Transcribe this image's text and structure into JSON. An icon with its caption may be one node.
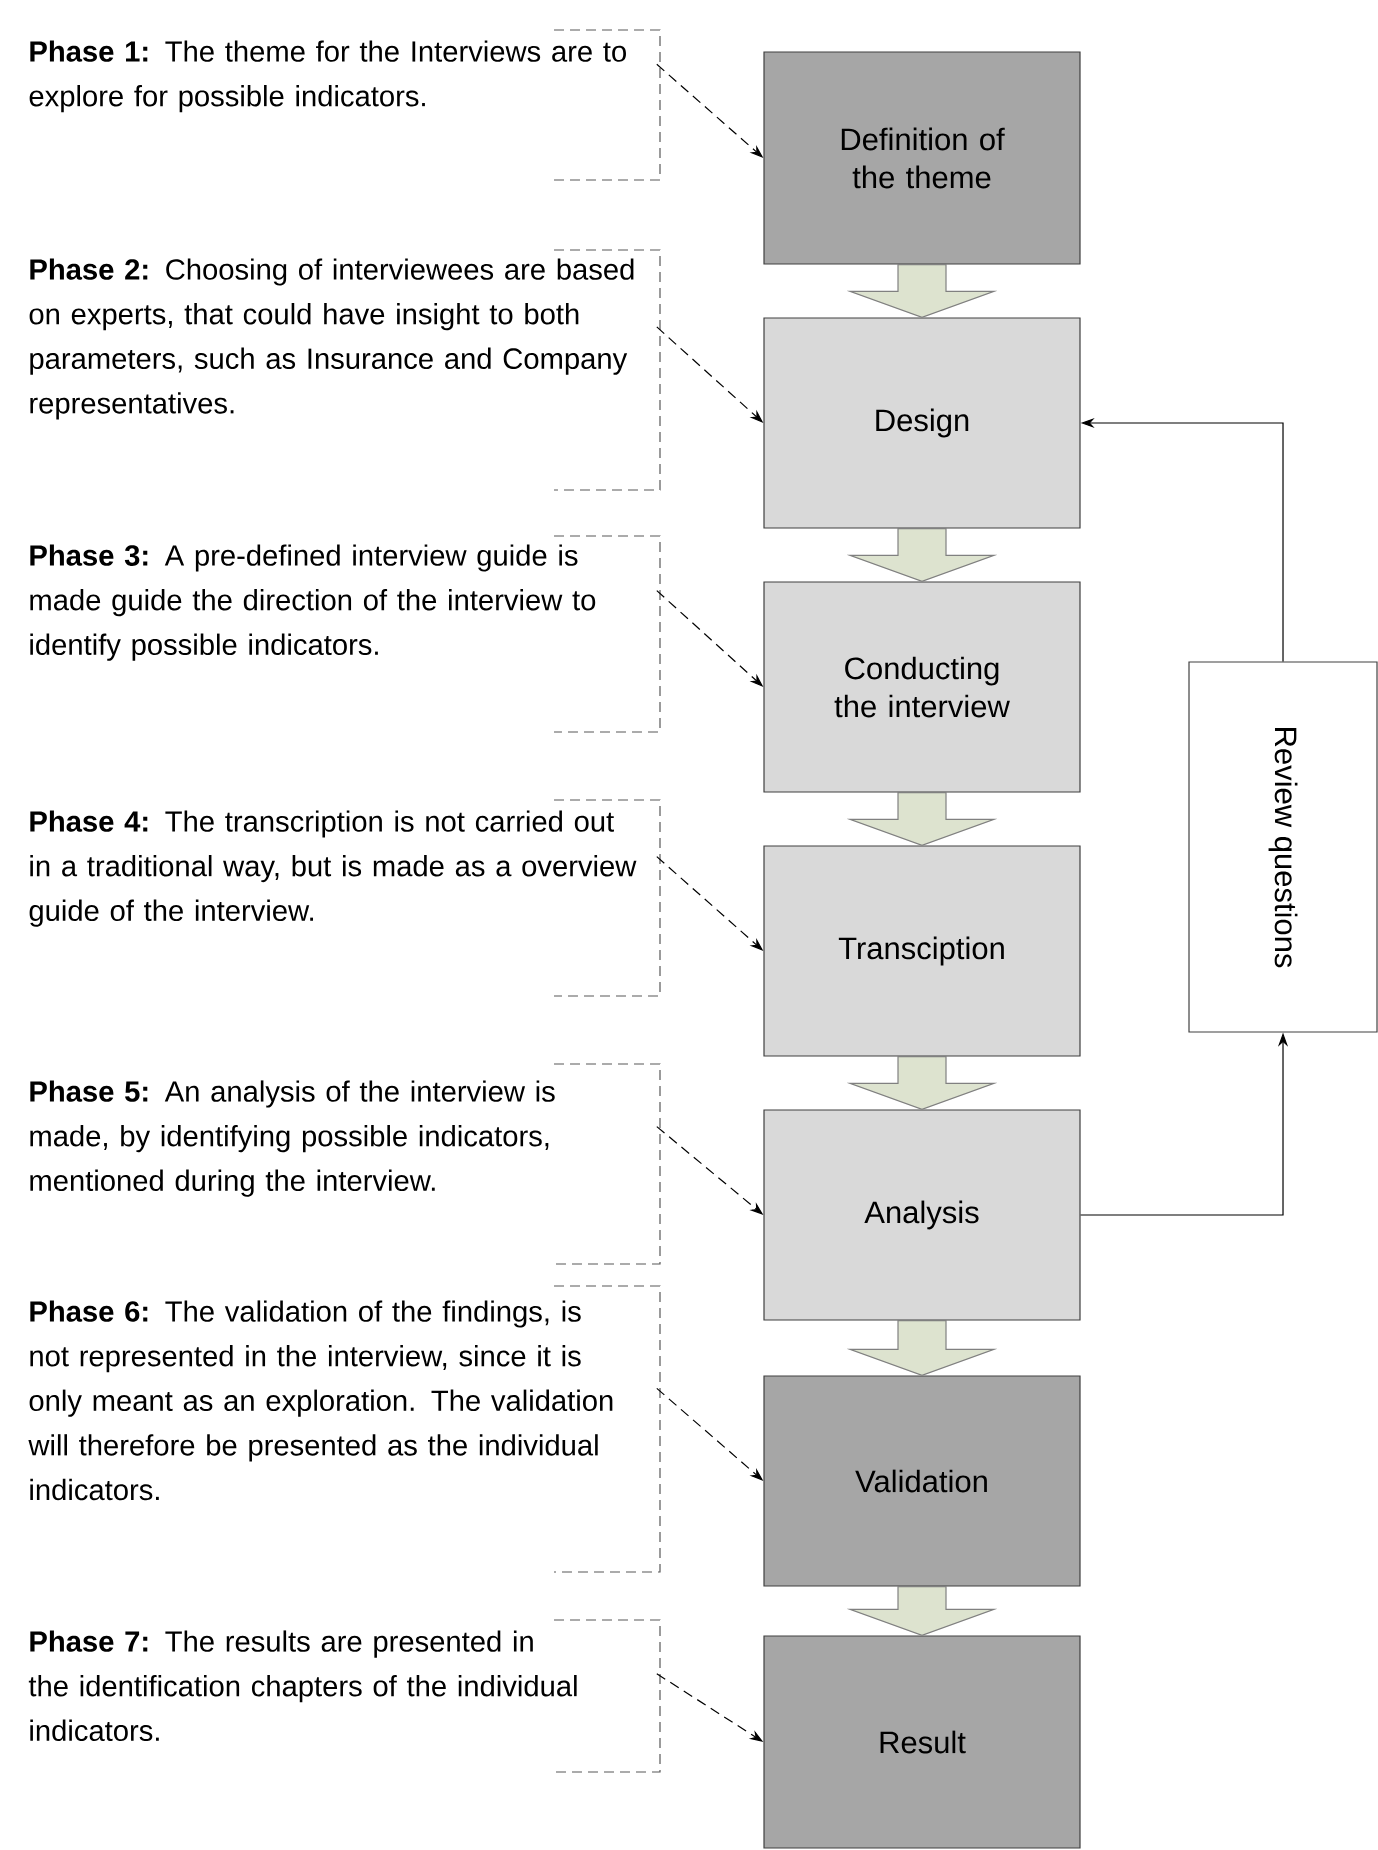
{
  "diagram": {
    "nodes": [
      {
        "text": [
          "Definition of the theme"
        ]
      },
      {
        "text": [
          "Design"
        ]
      },
      {
        "text": [
          "Conducting the interview"
        ]
      },
      {
        "text": [
          "Transciption"
        ]
      },
      {
        "text": [
          "Analysis"
        ]
      },
      {
        "text": [
          "Validation"
        ]
      },
      {
        "text": [
          "Result"
        ]
      },
      {
        "text": [
          "Review questions"
        ]
      },
      {
        "text": [
          "**Phase 1:** The theme for the Interviews are to explore for possible indicators."
        ]
      },
      {
        "text": [
          "**Phase 2:** Choosing of interviewees are based on experts, that could have insight to both parameters, such as Insurance and Company representatives."
        ]
      },
      {
        "text": [
          "**Phase 3:** A pre-defined interview guide is made guide the direction of the interview to identify possible indicators."
        ]
      },
      {
        "text": [
          "**Phase 4:** The transcription is not carried out in a traditional way, but is made as a overview guide of the interview."
        ]
      },
      {
        "text": [
          "**Phase 5:** An analysis of the interview is made, by identifying possible indicators, mentioned during the interview."
        ]
      },
      {
        "text": [
          "**Phase 6:** The validation of the findings, is not represented in the interview, since it is only meant as an exploration. The validation will therefore be presented as the individual indicators."
        ]
      },
      {
        "text": [
          "**Phase 7:** The results are presented in the identification chapters of the individual indicators."
        ]
      }
    ],
    "edges": [
      {
        "from": 0,
        "to": 1,
        "arrow": "to",
        "style": "thick"
      },
      {
        "from": 1,
        "to": 2,
        "arrow": "to",
        "style": "thick"
      },
      {
        "from": 2,
        "to": 3,
        "arrow": "to",
        "style": "thick"
      },
      {
        "from": 3,
        "to": 4,
        "arrow": "to",
        "style": "thick"
      },
      {
        "from": 4,
        "to": 5,
        "arrow": "to",
        "style": "thick"
      },
      {
        "from": 5,
        "to": 6,
        "arrow": "to",
        "style": "thick"
      },
      {
        "from": 4,
        "to": 7,
        "arrow": "to"
      },
      {
        "from": 7,
        "to": 1,
        "arrow": "to"
      },
      {
        "from": 8,
        "to": 0,
        "arrow": "to",
        "style": "dashed"
      },
      {
        "from": 9,
        "to": 1,
        "arrow": "to",
        "style": "dashed"
      },
      {
        "from": 10,
        "to": 2,
        "arrow": "to",
        "style": "dashed"
      },
      {
        "from": 11,
        "to": 3,
        "arrow": "to",
        "style": "dashed"
      },
      {
        "from": 12,
        "to": 4,
        "arrow": "to",
        "style": "dashed"
      },
      {
        "from": 13,
        "to": 5,
        "arrow": "to",
        "style": "dashed"
      },
      {
        "from": 14,
        "to": 6,
        "arrow": "to",
        "style": "dashed"
      }
    ]
  }
}
